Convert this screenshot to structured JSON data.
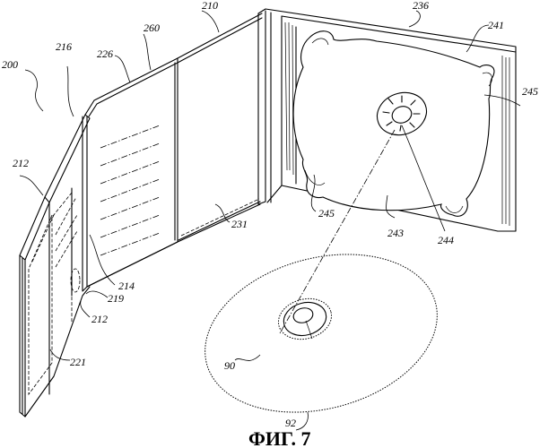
{
  "figure": {
    "caption": "ФИГ. 7",
    "description": "Perspective view of an open disc package with folded panels, a disc tray and a removed optical disc",
    "colors": {
      "ink": "#000000",
      "paper": "#ffffff"
    }
  },
  "labels": {
    "l200": "200",
    "l210": "210",
    "l212a": "212",
    "l212b": "212",
    "l214": "214",
    "l216": "216",
    "l219": "219",
    "l221": "221",
    "l226": "226",
    "l231": "231",
    "l236": "236",
    "l241": "241",
    "l243": "243",
    "l244": "244",
    "l245a": "245",
    "l245b": "245",
    "l260": "260",
    "l90": "90",
    "l92": "92"
  }
}
